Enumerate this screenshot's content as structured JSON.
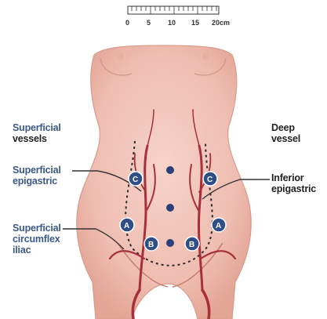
{
  "scale": {
    "ticks": [
      "0",
      "5",
      "10",
      "15",
      "20cm"
    ]
  },
  "labels": {
    "left_heading_line1": "Superficial",
    "left_heading_line2": "vessels",
    "right_heading_line1": "Deep",
    "right_heading_line2": "vessel",
    "sup_epigastric_line1": "Superficial",
    "sup_epigastric_line2": "epigastric",
    "sup_circumflex_line1": "Superficial",
    "sup_circumflex_line2": "circumflex",
    "sup_circumflex_line3": "iliac",
    "inf_epigastric_line1": "Inferior",
    "inf_epigastric_line2": "epigastric"
  },
  "markers": {
    "a": "A",
    "b": "B",
    "c": "C"
  },
  "colors": {
    "skin": "#f2c6bb",
    "skin_shadow": "#e2a799",
    "vessel": "#a8303a",
    "marker_fill": "#2f4f86",
    "dot_fill": "#2d3f78"
  }
}
